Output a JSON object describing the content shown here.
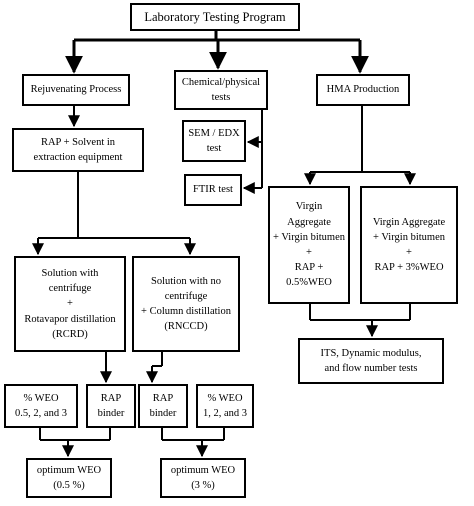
{
  "title": {
    "lines": [
      "Laboratory Testing Program"
    ]
  },
  "rejuvenating": {
    "lines": [
      "Rejuvenating Process"
    ]
  },
  "chemical": {
    "lines": [
      "Chemical/physical",
      "tests"
    ]
  },
  "hma": {
    "lines": [
      "HMA Production"
    ]
  },
  "rap_solvent": {
    "lines": [
      "RAP + Solvent in",
      "extraction equipment"
    ]
  },
  "sem_edx": {
    "lines": [
      "SEM / EDX",
      "test"
    ]
  },
  "ftir": {
    "lines": [
      "FTIR test"
    ]
  },
  "virgin_left": {
    "lines": [
      "Virgin",
      "Aggregate",
      "+ Virgin bitumen",
      "+",
      "RAP +",
      "0.5%WEO"
    ]
  },
  "virgin_right": {
    "lines": [
      "Virgin Aggregate",
      "+ Virgin bitumen",
      "+",
      "RAP + 3%WEO"
    ]
  },
  "rcrd": {
    "lines": [
      "Solution with",
      "centrifuge",
      "+",
      "Rotavapor distillation",
      "(RCRD)"
    ]
  },
  "rnccd": {
    "lines": [
      "Solution with no",
      "centrifuge",
      "+ Column distillation",
      "(RNCCD)"
    ]
  },
  "its": {
    "lines": [
      "ITS, Dynamic modulus,",
      "and flow number tests"
    ]
  },
  "weo_left": {
    "lines": [
      "% WEO",
      "0.5, 2, and 3"
    ]
  },
  "rap_binder_left": {
    "lines": [
      "RAP",
      "binder"
    ]
  },
  "rap_binder_right": {
    "lines": [
      "RAP",
      "binder"
    ]
  },
  "weo_right": {
    "lines": [
      "% WEO",
      "1, 2, and 3"
    ]
  },
  "optimum_left": {
    "lines": [
      "optimum WEO",
      "(0.5 %)"
    ]
  },
  "optimum_right": {
    "lines": [
      "optimum WEO",
      "(3 %)"
    ]
  }
}
